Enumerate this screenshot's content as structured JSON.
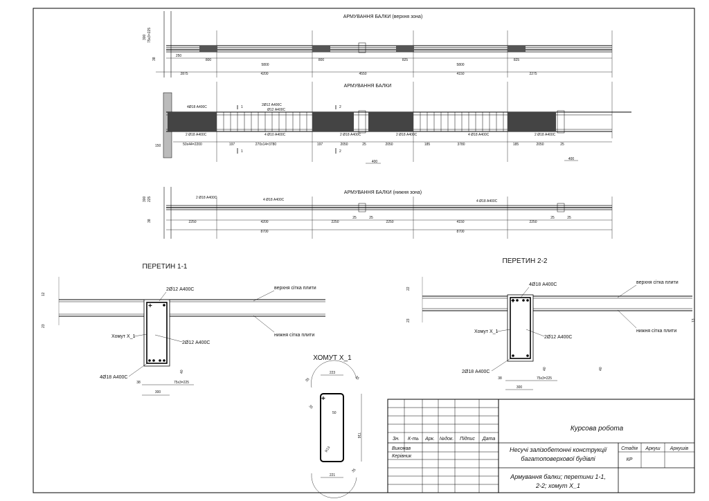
{
  "beam_top": {
    "title": "АРМУВАННЯ  БАЛКИ (верхня зона)",
    "vert_dims": [
      "300",
      "75х3=225",
      "38"
    ],
    "dims_row1": [
      "250",
      "800",
      "5800",
      "800",
      "825",
      "5800",
      "825"
    ],
    "dims_row2": [
      "2875",
      "4200",
      "4550",
      "4150",
      "2275"
    ]
  },
  "beam_mid": {
    "title": "АРМУВАННЯ  БАЛКИ",
    "callouts_top": [
      "4Ø18 А400С",
      "2Ø12 А400С",
      "Ø12 А400С"
    ],
    "section_marks": [
      "1",
      "2"
    ],
    "callouts_bottom": [
      "2 Ø18 А400С",
      "4 Ø10 А400С",
      "2 Ø18 А400С",
      "2 Ø18 А400С",
      "4 Ø18 А400С",
      "2 Ø18 А400С"
    ],
    "left_dim": "150",
    "dims_row1": [
      "50х44=2200",
      "197",
      "270х14=3780",
      "197",
      "2050",
      "25",
      "2050",
      "185",
      "3780",
      "185",
      "2050",
      "25"
    ],
    "dims_row2": [
      "400",
      "400"
    ]
  },
  "beam_bot": {
    "title": "АРМУВАННЯ  БАЛКИ (нижня зона)",
    "vert_dims": [
      "300",
      "225",
      "38"
    ],
    "callouts": [
      "2 Ø18 А400С",
      "4 Ø18 А400С",
      "4 Ø18 А400С"
    ],
    "dims_row1": [
      "2250",
      "4200",
      "2250",
      "25",
      "25",
      "2250",
      "4150",
      "2250",
      "25",
      "25"
    ],
    "dims_row2": [
      "8700",
      "8700"
    ]
  },
  "section_1": {
    "title": "ПЕРЕТИН 1-1",
    "dims_left": [
      "12",
      "23"
    ],
    "labels": [
      "2Ø12 А400С",
      "верхня сітка плити",
      "нижня сітка плити",
      "Хомут Х_1",
      "2Ø12 А400С",
      "4Ø18 А400С"
    ],
    "dims_bottom": [
      "40",
      "38",
      "75х3=225",
      "300"
    ]
  },
  "section_2": {
    "title": "ПЕРЕТИН 2-2",
    "dims_left": [
      "22",
      "23"
    ],
    "dims_right": [
      "13"
    ],
    "labels": [
      "4Ø18 А400С",
      "верхня сітка плити",
      "нижня сітка плити",
      "Хомут Х_1",
      "2Ø12 А400С",
      "2Ø18 А400С"
    ],
    "dims_bottom": [
      "40",
      "40",
      "38",
      "75х3=225",
      "300"
    ]
  },
  "stirrup": {
    "title": "ХОМУТ Х_1",
    "dims": [
      "223",
      "35",
      "35",
      "35",
      "50",
      "716",
      "R13",
      "221",
      "35"
    ]
  },
  "title_block": {
    "header_cells": [
      "Зн.",
      "К-ть",
      "Арк.",
      "№док.",
      "Підпис",
      "Дата"
    ],
    "role_rows": [
      "Виконав",
      "Керівник"
    ],
    "work_title": "Курсова робота",
    "subject_line1": "Несучі залізобетонні конструкції",
    "subject_line2": "багатоповерхової будівлі",
    "stage_headers": [
      "Стадія",
      "Аркуш",
      "Аркушів"
    ],
    "stage_value": "КР",
    "sheet_line1": "Армування балки; перетини 1-1,",
    "sheet_line2": "2-2; хомут Х_1"
  }
}
